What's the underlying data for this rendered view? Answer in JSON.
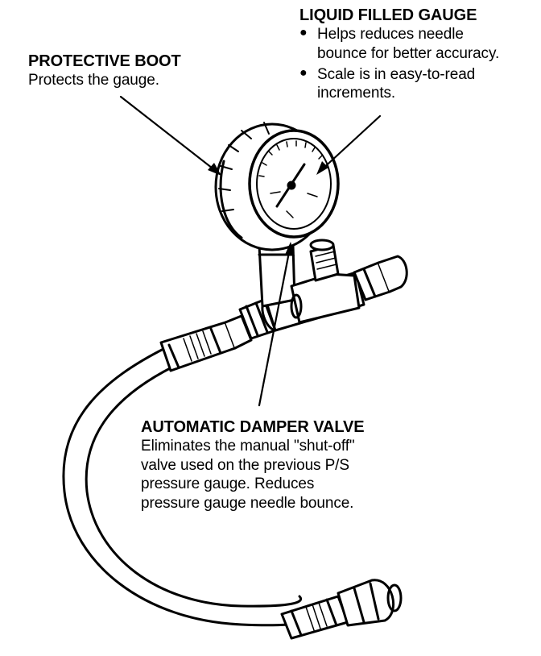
{
  "labels": {
    "liquid_gauge": {
      "title": "LIQUID FILLED GAUGE",
      "bullets": [
        {
          "lines": [
            "Helps reduces needle",
            "bounce for better accuracy."
          ]
        },
        {
          "lines": [
            "Scale is in easy-to-read",
            "increments."
          ]
        }
      ],
      "bullet_glyph": "●"
    },
    "protective_boot": {
      "title": "PROTECTIVE BOOT",
      "lines": [
        "Protects the gauge."
      ]
    },
    "damper_valve": {
      "title": "AUTOMATIC DAMPER VALVE",
      "lines": [
        "Eliminates the manual \"shut-off\"",
        "valve used on the previous P/S",
        "pressure gauge. Reduces",
        "pressure gauge needle bounce."
      ]
    }
  },
  "colors": {
    "ink": "#000000",
    "paper": "#ffffff"
  }
}
